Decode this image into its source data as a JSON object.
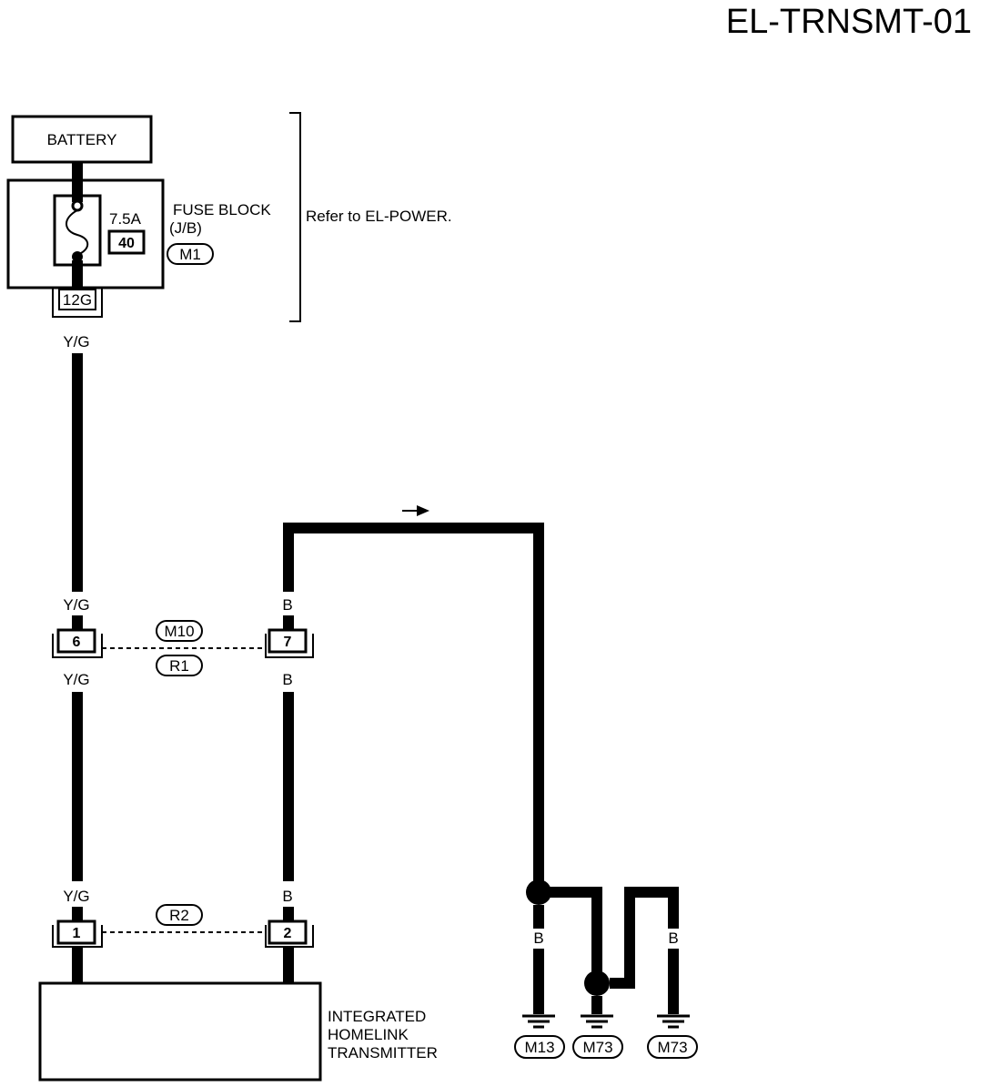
{
  "title": "EL-TRNSMT-01",
  "battery": {
    "label": "BATTERY"
  },
  "fuse_block": {
    "name": "FUSE BLOCK",
    "sub": "(J/B)",
    "connector": "M1",
    "amperage": "7.5A",
    "fuse_no": "40",
    "terminal": "12G"
  },
  "refer_note": "Refer to EL-POWER.",
  "wires": {
    "yg": "Y/G",
    "b": "B"
  },
  "joint_connector": {
    "pin_left": "6",
    "pin_right": "7",
    "conn_top": "M10",
    "conn_bottom": "R1"
  },
  "transmitter_connector": {
    "pin_left": "1",
    "pin_right": "2",
    "conn": "R2"
  },
  "module": {
    "line1": "INTEGRATED",
    "line2": "HOMELINK",
    "line3": "TRANSMITTER"
  },
  "grounds": [
    "M13",
    "M73",
    "M73"
  ],
  "icons": [
    "fuse-icon",
    "ground-icon",
    "flow-arrow-icon"
  ]
}
